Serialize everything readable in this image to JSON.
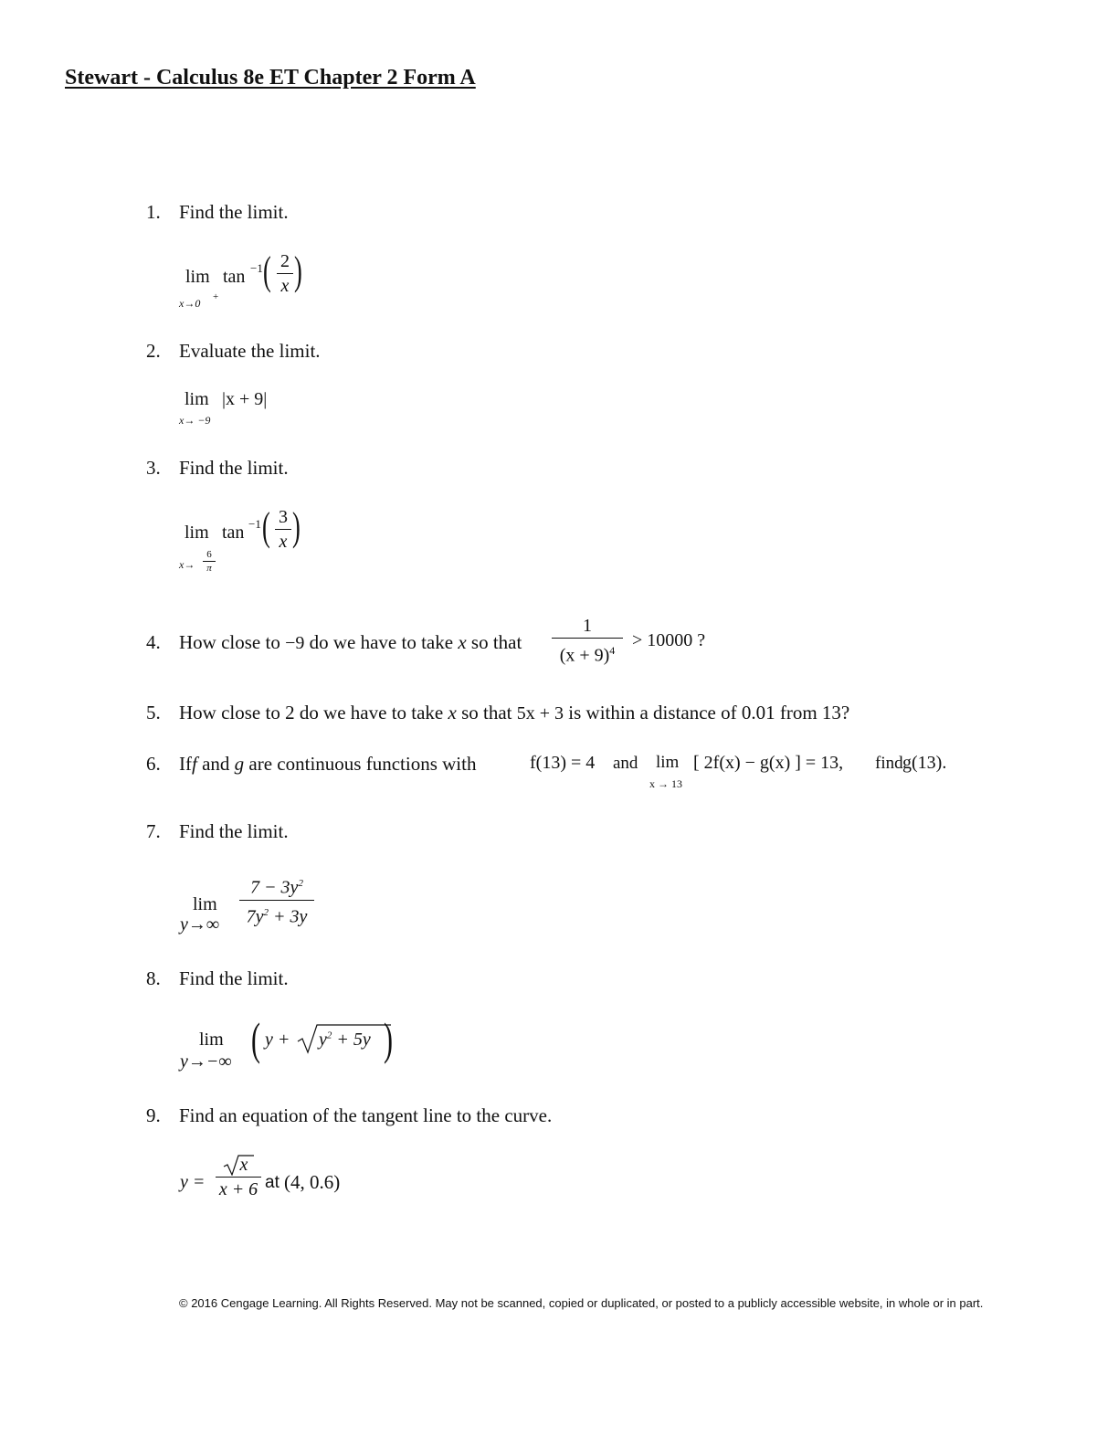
{
  "title": "Stewart - Calculus 8e ET Chapter 2 Form A",
  "questions": [
    {
      "num": "1.",
      "text": "Find the limit.",
      "math": {
        "lim": "lim",
        "sub": "x→0",
        "sup": "+",
        "fn": "tan",
        "exp": "−1",
        "num": "2",
        "den": "x"
      }
    },
    {
      "num": "2.",
      "text": "Evaluate the limit.",
      "math": {
        "lim": "lim",
        "sub": "x→ −9",
        "expr": "|x + 9|"
      }
    },
    {
      "num": "3.",
      "text": "Find the limit.",
      "math": {
        "lim": "lim",
        "sub": "x→",
        "subnum": "6",
        "subden": "π",
        "fn": "tan",
        "exp": "−1",
        "num": "3",
        "den": "x"
      }
    },
    {
      "num": "4.",
      "pre": "How close to",
      "val": "−9",
      "mid": "do we have to take",
      "var": "x",
      "post": "so that",
      "fnum": "1",
      "fden": "(x + 9)",
      "fexp": "4",
      "tail": "> 10000 ?"
    },
    {
      "num": "5.",
      "pre": "How close to 2 do we have to take",
      "var": "x",
      "mid": "so that",
      "expr": "5x + 3",
      "post": "is within a distance of 0.01 from 13?"
    },
    {
      "num": "6.",
      "pre": "If",
      "f": "f",
      "and1": "and",
      "g": "g",
      "mid": "are continuous functions with",
      "cond": "f(13) = 4",
      "and2": "and",
      "lim": "lim",
      "sub": "x → 13",
      "expr": "[ 2f(x) − g(x) ] = 13,",
      "find": "find",
      "target": "g(13)."
    },
    {
      "num": "7.",
      "text": "Find the limit.",
      "math": {
        "lim": "lim",
        "sub": "y→∞",
        "num": "7 − 3y",
        "numexp": "2",
        "den": "7y",
        "denexp": "2",
        "den2": "+ 3y"
      }
    },
    {
      "num": "8.",
      "text": "Find the limit.",
      "math": {
        "lim": "lim",
        "sub": "y→−∞",
        "pre": "y +",
        "rad": "y",
        "radexp": "2",
        "rad2": "+ 5y"
      }
    },
    {
      "num": "9.",
      "text": "Find an equation of the tangent line to the curve.",
      "math": {
        "lhs": "y =",
        "num": "x",
        "den": "x + 6",
        "at": "at",
        "point": "(4,  0.6)"
      }
    }
  ],
  "footer": "© 2016 Cengage Learning. All Rights Reserved. May not be scanned, copied or duplicated, or posted to a publicly accessible website, in whole or in part."
}
